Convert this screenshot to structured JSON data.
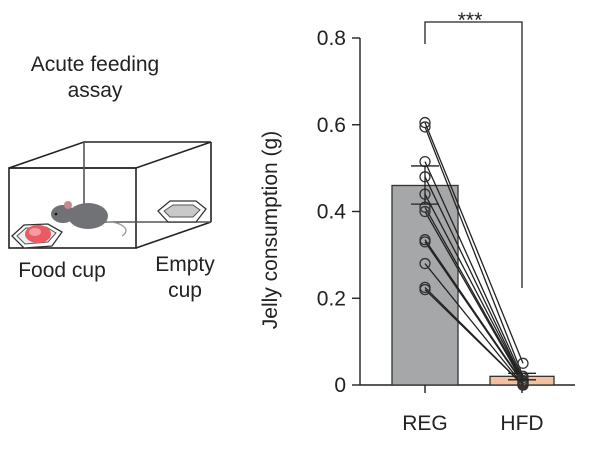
{
  "diagram": {
    "title_line1": "Acute feeding",
    "title_line2": "assay",
    "food_cup_label": "Food cup",
    "empty_cup_line1": "Empty",
    "empty_cup_line2": "cup"
  },
  "colors": {
    "reg_bar": "#a6a7a9",
    "hfd_bar": "#f2c29e",
    "jelly": "#e85a64",
    "mouse": "#707276"
  },
  "chart_data": {
    "type": "bar",
    "categories": [
      "REG",
      "HFD"
    ],
    "values": [
      0.46,
      0.02
    ],
    "error_upper": [
      0.505,
      0.027
    ],
    "error_lower": [
      0.417,
      0.012
    ],
    "paired_points": {
      "REG": [
        0.605,
        0.595,
        0.515,
        0.48,
        0.44,
        0.41,
        0.4,
        0.335,
        0.33,
        0.28,
        0.225,
        0.22
      ],
      "HFD": [
        0.05,
        0.02,
        0.015,
        0.01,
        0.01,
        0.008,
        0.005,
        0.005,
        0.003,
        0.0,
        0.0,
        0.0
      ]
    },
    "ylabel": "Jelly consumption (g)",
    "xlabel": "",
    "ylim": [
      0,
      0.8
    ],
    "yticks": [
      "0",
      "0.2",
      "0.4",
      "0.6",
      "0.8"
    ],
    "significance": "***"
  }
}
